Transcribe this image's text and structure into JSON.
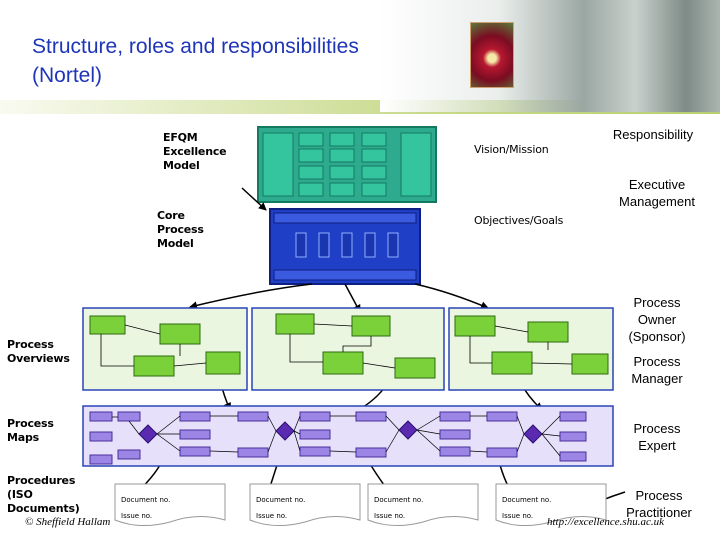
{
  "title": "Structure, roles and responsibilities\n(Nortel)",
  "labels": {
    "efqm": "EFQM\nExcellence\nModel",
    "vision": "Vision/Mission",
    "core": "Core\nProcess\nModel",
    "objectives": "Objectives/Goals",
    "overviews": "Process\nOverviews",
    "maps": "Process\nMaps",
    "procedures": "Procedures\n(ISO\nDocuments)"
  },
  "roles": {
    "responsibility": "Responsibility",
    "executive": "Executive\nManagement",
    "owner": "Process\nOwner\n(Sponsor)",
    "manager": "Process\nManager",
    "expert": "Process\nExpert",
    "practitioner": "Process\nPractitioner"
  },
  "documents": [
    {
      "doc_no": "Document no.",
      "issue_no": "Issue no."
    },
    {
      "doc_no": "Document no.",
      "issue_no": "Issue no."
    },
    {
      "doc_no": "Document no.",
      "issue_no": "Issue no."
    },
    {
      "doc_no": "Document no.",
      "issue_no": "Issue no."
    }
  ],
  "footer": {
    "copyright": "© Sheffield Hallam",
    "url": "http://excellence.shu.ac.uk"
  },
  "colors": {
    "title": "#1f35b8",
    "teal": "#2eaa8e",
    "teal_border": "#137a60",
    "blue": "#1f3fc6",
    "green_box": "#7ad13a",
    "map_box": "#9b86e6",
    "diamond": "#5a2bb0",
    "panel_border": "#2a44b8"
  }
}
